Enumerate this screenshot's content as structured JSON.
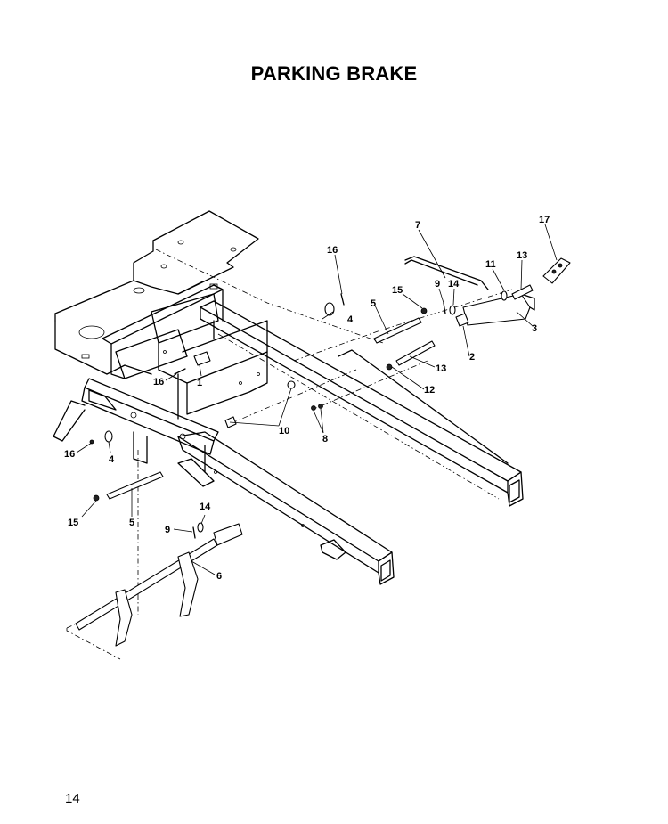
{
  "page": {
    "title": "PARKING BRAKE",
    "page_number": "14"
  },
  "callouts": {
    "c1": "1",
    "c2": "2",
    "c3": "3",
    "c4a": "4",
    "c4b": "4",
    "c5a": "5",
    "c5b": "5",
    "c6": "6",
    "c7": "7",
    "c8": "8",
    "c9a": "9",
    "c9b": "9",
    "c10": "10",
    "c11": "11",
    "c12": "12",
    "c13a": "13",
    "c13b": "13",
    "c14a": "14",
    "c14b": "14",
    "c15a": "15",
    "c15b": "15",
    "c16a": "16",
    "c16b": "16",
    "c16c": "16",
    "c17": "17"
  }
}
